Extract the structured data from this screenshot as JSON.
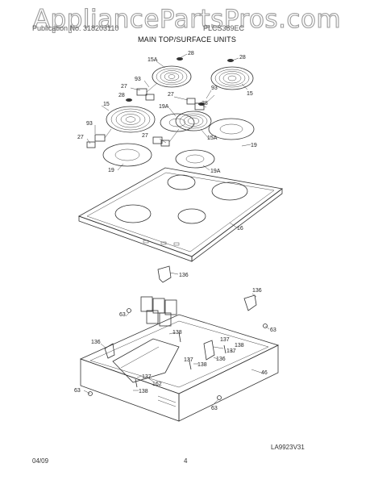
{
  "watermark": "AppliancePartsPros.com",
  "header": {
    "left": "Publication No. 318203110",
    "right": "PLCS389EC",
    "title": "MAIN TOP/SURFACE UNITS"
  },
  "drawing_id": "LA9923V31",
  "footer": {
    "date": "04/09",
    "page": "4"
  },
  "callouts": {
    "c28a": "28",
    "c28b": "28",
    "c28c": "28",
    "c28d": "28",
    "c15Aa": "15A",
    "c15Ab": "15A",
    "c15a": "15",
    "c15b": "15",
    "c93a": "93",
    "c93b": "93",
    "c93c": "93",
    "c27a": "27",
    "c27b": "27",
    "c27c": "27",
    "c27d": "27",
    "c19Aa": "19A",
    "c19Ab": "19A",
    "c19a": "19",
    "c19b": "19",
    "c16": "16",
    "c136a": "136",
    "c136b": "136",
    "c136c": "136",
    "c136d": "136",
    "c63a": "63",
    "c63b": "63",
    "c63c": "63",
    "c63d": "63",
    "c138a": "138",
    "c138b": "138",
    "c138c": "138",
    "c138d": "138",
    "c138e": "138",
    "c137a": "137",
    "c137b": "137",
    "c137c": "137",
    "c46": "46",
    "c162": "162"
  }
}
